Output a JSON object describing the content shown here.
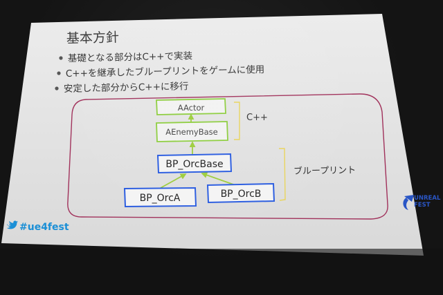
{
  "slide": {
    "title": "基本方針",
    "bullets": [
      "基礎となる部分はC++で実装",
      "C++を継承したブループリントをゲームに使用",
      "安定した部分からC++に移行"
    ],
    "diagram": {
      "cpp_nodes": [
        "AActor",
        "AEnemyBase"
      ],
      "bp_nodes": [
        "BP_OrcBase",
        "BP_OrcA",
        "BP_OrcB"
      ],
      "cpp_group_label": "C++",
      "bp_group_label": "ブループリント"
    },
    "hashtag": "#ue4fest",
    "logo_text": [
      "UNREAL",
      "FEST"
    ]
  },
  "colors": {
    "slide_bg": "#e6e6e6",
    "cpp_node_border": "#8ccd3c",
    "bp_node_border": "#2a5ce0",
    "arrow": "#9ccd3c",
    "outline": "#a0305a",
    "twitter_blue": "#1b8fd6",
    "bracket": "#e9d45a"
  },
  "icons": [
    "bullet-icon",
    "twitter-bird-icon",
    "unreal-fest-logo-icon"
  ]
}
